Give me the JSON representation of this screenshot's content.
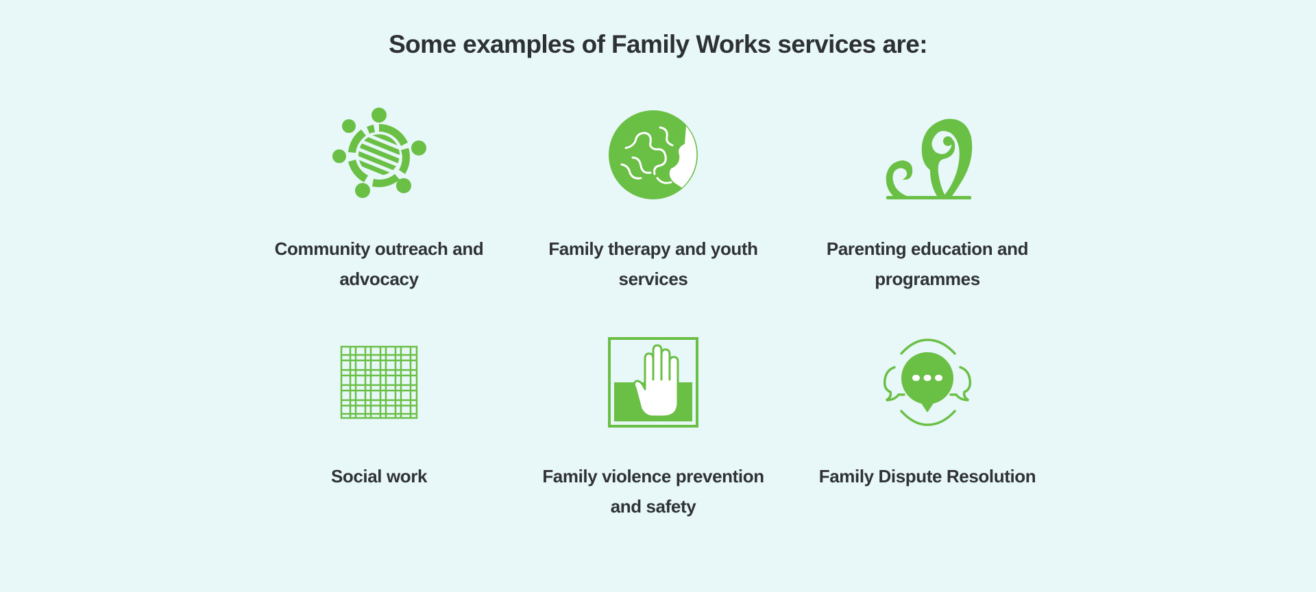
{
  "section": {
    "title": "Some examples of Family Works services are:"
  },
  "colors": {
    "background": "#e8f7f8",
    "icon_green": "#6abf45",
    "text": "#2f3236"
  },
  "services": [
    {
      "icon": "community-circle-icon",
      "label_line1": "Community outreach and",
      "label_line2": "advocacy"
    },
    {
      "icon": "puzzle-icon",
      "label_line1": "Family therapy and youth",
      "label_line2": "services"
    },
    {
      "icon": "fern-koru-icon",
      "label_line1": "Parenting education and",
      "label_line2": "programmes"
    },
    {
      "icon": "woven-mat-icon",
      "label_line1": "Social work",
      "label_line2": ""
    },
    {
      "icon": "raised-hand-icon",
      "label_line1": "Family violence prevention",
      "label_line2": "and safety"
    },
    {
      "icon": "speech-bubbles-icon",
      "label_line1": "Family Dispute Resolution",
      "label_line2": ""
    }
  ]
}
